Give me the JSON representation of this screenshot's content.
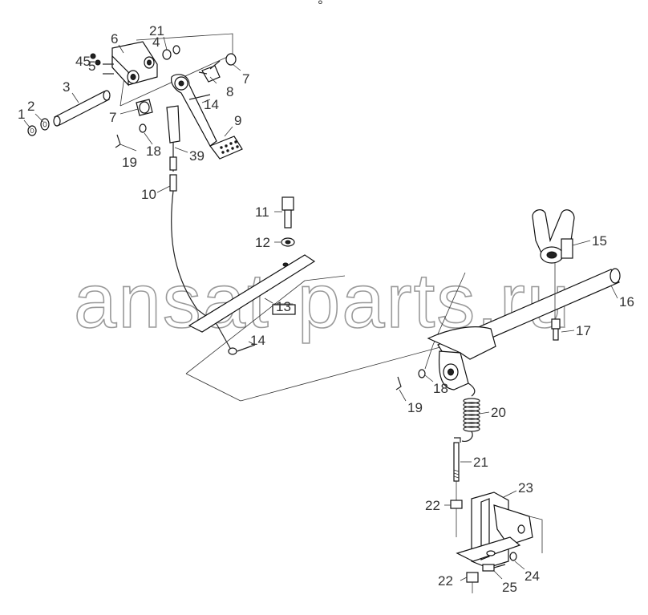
{
  "watermark": "ansat-parts.ru",
  "top_mark": "°",
  "callouts": [
    {
      "id": "c1",
      "text": "1"
    },
    {
      "id": "c2",
      "text": "2"
    },
    {
      "id": "c3",
      "text": "3"
    },
    {
      "id": "c45",
      "text": "45"
    },
    {
      "id": "c5",
      "text": "5"
    },
    {
      "id": "c6",
      "text": "6"
    },
    {
      "id": "c21a",
      "text": "21"
    },
    {
      "id": "c4",
      "text": "4"
    },
    {
      "id": "c7a",
      "text": "7"
    },
    {
      "id": "c8",
      "text": "8"
    },
    {
      "id": "c7b",
      "text": "7"
    },
    {
      "id": "c14a",
      "text": "14"
    },
    {
      "id": "c9",
      "text": "9"
    },
    {
      "id": "c19a",
      "text": "19"
    },
    {
      "id": "c18a",
      "text": "18"
    },
    {
      "id": "c39",
      "text": "39"
    },
    {
      "id": "c10",
      "text": "10"
    },
    {
      "id": "c11",
      "text": "11"
    },
    {
      "id": "c12",
      "text": "12"
    },
    {
      "id": "c13",
      "text": "13"
    },
    {
      "id": "c14b",
      "text": "14"
    },
    {
      "id": "c15",
      "text": "15"
    },
    {
      "id": "c16",
      "text": "16"
    },
    {
      "id": "c17",
      "text": "17"
    },
    {
      "id": "c18b",
      "text": "18"
    },
    {
      "id": "c19b",
      "text": "19"
    },
    {
      "id": "c20",
      "text": "20"
    },
    {
      "id": "c21b",
      "text": "21"
    },
    {
      "id": "c22a",
      "text": "22"
    },
    {
      "id": "c23",
      "text": "23"
    },
    {
      "id": "c22b",
      "text": "22"
    },
    {
      "id": "c25",
      "text": "25"
    },
    {
      "id": "c24",
      "text": "24"
    }
  ]
}
